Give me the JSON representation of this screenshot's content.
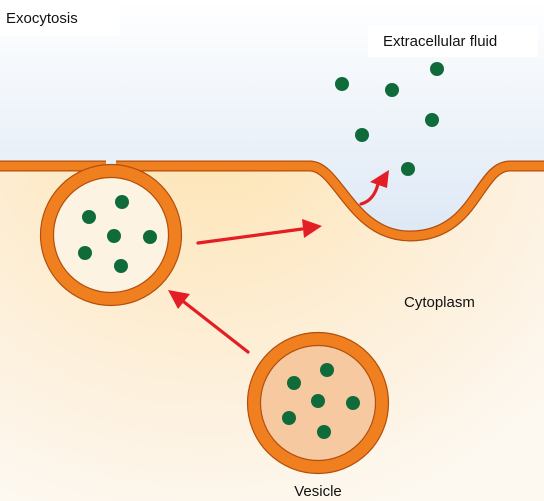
{
  "title": "Exocytosis",
  "labels": {
    "extracellular": "Extracellular fluid",
    "cytoplasm": "Cytoplasm",
    "vesicle": "Vesicle"
  },
  "colors": {
    "membrane": "#f07f1f",
    "membrane_edge": "#b24f0c",
    "extracellular_fill": "#dde8f5",
    "cytoplasm_center": "#fde5b8",
    "cytoplasm_edge": "#fdf6ec",
    "vesicle_interior": "#fcf3e2",
    "free_vesicle_interior": "#f6c9a1",
    "molecule": "#0f6b3a",
    "arrow": "#e31e24"
  }
}
